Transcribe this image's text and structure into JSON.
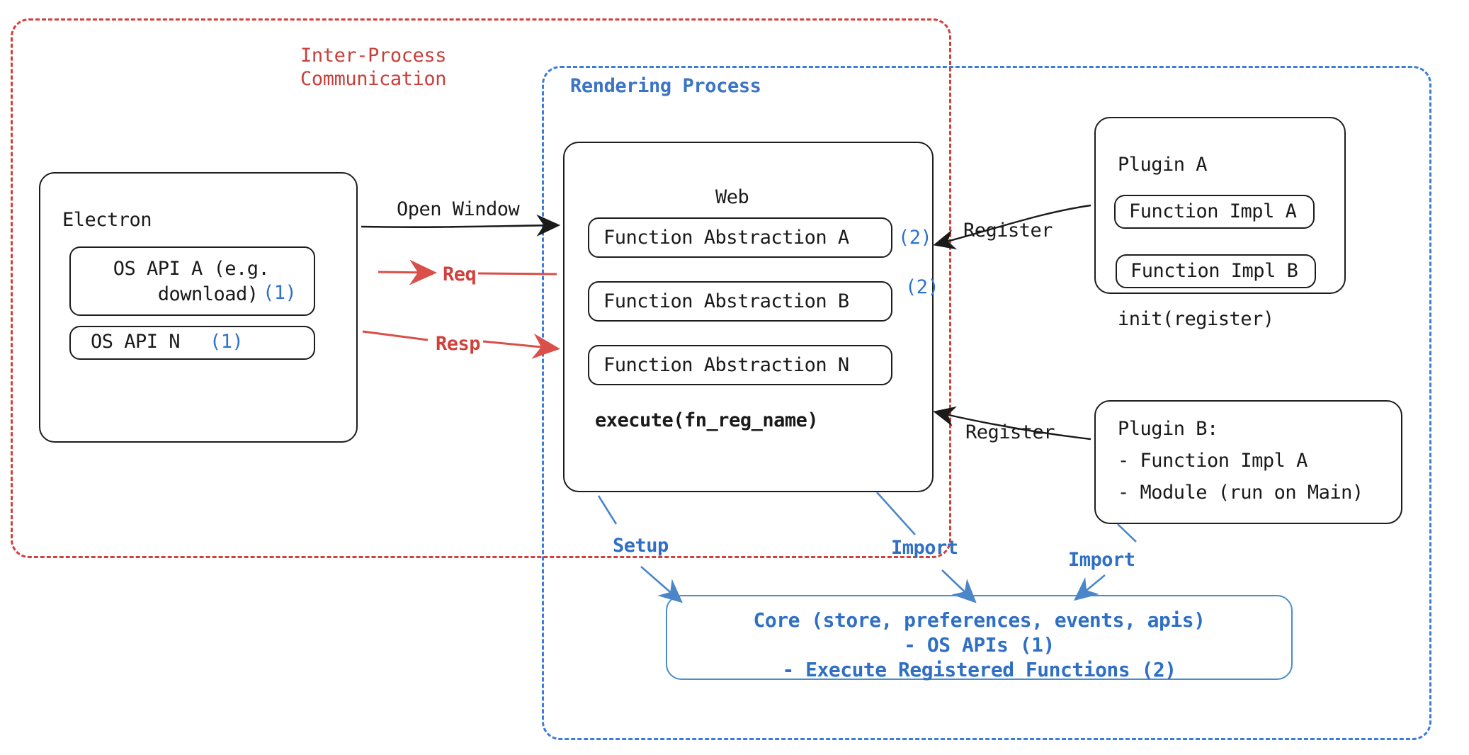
{
  "diagram": {
    "groups": {
      "ipc": {
        "label": "Inter-Process\nCommunication",
        "color": "#c7403c",
        "style": "dashed"
      },
      "render": {
        "label": "Rendering Process",
        "color": "#3b74c4",
        "style": "dashed"
      }
    },
    "electron": {
      "title": "Electron",
      "items": [
        {
          "label": "OS API A (e.g.\n   download)",
          "badge": "(1)"
        },
        {
          "label": "OS API N",
          "badge": "(1)"
        }
      ]
    },
    "web": {
      "title": "Web",
      "abstractions": [
        {
          "label": "Function Abstraction A",
          "badge": "(2)"
        },
        {
          "label": "Function Abstraction B",
          "badge": "(2)"
        },
        {
          "label": "Function Abstraction N",
          "badge": ""
        }
      ],
      "method": "execute(fn_reg_name)"
    },
    "plugin_a": {
      "title": "Plugin A",
      "items": [
        "Function Impl A",
        "Function Impl B"
      ],
      "method": "init(register)"
    },
    "plugin_b": {
      "title": "Plugin B:",
      "lines": [
        "- Function Impl A",
        "- Module (run on Main)"
      ]
    },
    "core": {
      "text": "Core (store, preferences, events, apis)\n- OS APIs (1)\n- Execute Registered Functions (2)",
      "color": "#2f6fc4"
    },
    "edges": [
      {
        "name": "open-window",
        "label": "Open Window",
        "color": "#1a1a1a"
      },
      {
        "name": "req",
        "label": "Req",
        "color": "#d0413c"
      },
      {
        "name": "resp",
        "label": "Resp",
        "color": "#d0413c"
      },
      {
        "name": "register-plugin-a",
        "label": "Register",
        "color": "#1a1a1a"
      },
      {
        "name": "register-plugin-b",
        "label": "Register",
        "color": "#1a1a1a"
      },
      {
        "name": "setup",
        "label": "Setup",
        "color": "#2f6fc4"
      },
      {
        "name": "import-web",
        "label": "Import",
        "color": "#2f6fc4"
      },
      {
        "name": "import-plugin-b",
        "label": "Import",
        "color": "#2f6fc4"
      }
    ],
    "colors": {
      "red": "#d0413c",
      "blue": "#3b7dd8",
      "blue_text": "#2f6fc4",
      "black": "#1a1a1a",
      "badge_blue": "#2f72c8"
    }
  }
}
